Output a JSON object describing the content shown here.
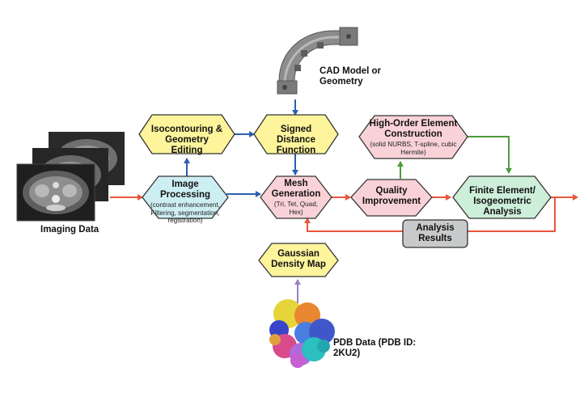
{
  "nodes": {
    "isocontouring": {
      "title": "Isocontouring & Geometry Editing",
      "fill": "#fdf49b"
    },
    "signed_distance": {
      "title": "Signed Distance Function",
      "fill": "#fdf49b"
    },
    "image_processing": {
      "title": "Image Processing",
      "subtitle": "(contrast enhancement, Filtering, segmentation, registration)",
      "fill": "#cdeff3"
    },
    "mesh_generation": {
      "title": "Mesh Generation",
      "subtitle": "(Tri, Tet, Quad, Hex)",
      "fill": "#f9d2d8"
    },
    "high_order": {
      "title": "High-Order Element Construction",
      "subtitle": "(solid NURBS, T-spline, cubic Hermite)",
      "fill": "#f9d2d8"
    },
    "quality": {
      "title": "Quality Improvement",
      "fill": "#f9d2d8"
    },
    "finite_element": {
      "title": "Finite Element/ Isogeometric Analysis",
      "fill": "#cdeed8"
    },
    "analysis_results": {
      "title": "Analysis Results",
      "fill": "#c8c9ca"
    },
    "gaussian": {
      "title": "Gaussian Density Map",
      "fill": "#fdf49b"
    }
  },
  "captions": {
    "imaging_data": "Imaging Data",
    "cad_model": "CAD Model or Geometry",
    "pdb_data": "PDB Data (PDB ID: 2KU2)"
  },
  "colors": {
    "blue_arrow": "#2b5fb0",
    "orange_arrow": "#e8563a",
    "green_arrow": "#4e9a3c",
    "purple_arrow": "#9a7fc6",
    "outline": "#333333"
  },
  "icons": {
    "imaging": "ct-scan-slices-image",
    "cad": "gear-segment-cad-part",
    "pdb": "protein-molecule-cluster"
  }
}
